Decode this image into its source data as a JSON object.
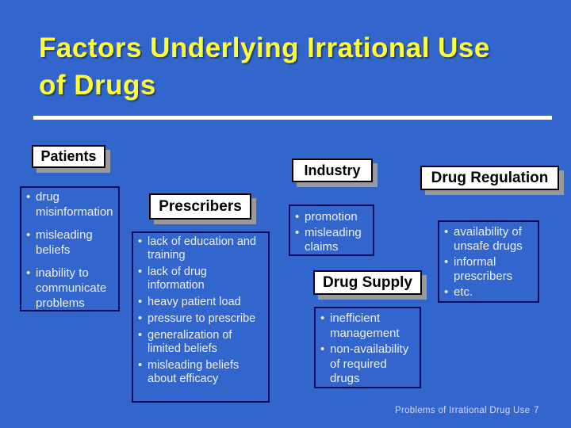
{
  "slide": {
    "title": "Factors Underlying Irrational Use of Drugs",
    "title_lines": [
      "Factors Underlying Irrational Use",
      "of Drugs"
    ],
    "bullet_icon": "•",
    "footer": {
      "label": "Problems of Irrational Drug Use",
      "page_number": "7"
    },
    "colors": {
      "background": "#3366CC",
      "title_text": "#FFFF33",
      "rule": "#FFFFFF",
      "heading_box_fill": "#FFFFFF",
      "heading_box_border": "#000000",
      "heading_box_shadow": "#999999",
      "panel_border": "#0A0A5A",
      "bullet_text": "#EFEFEF",
      "footer_text": "#D8D8E8"
    }
  },
  "sections": {
    "patients": {
      "heading": "Patients",
      "items": [
        "drug misinformation",
        "misleading beliefs",
        "inability to communicate problems"
      ]
    },
    "prescribers": {
      "heading": "Prescribers",
      "items": [
        "lack of education and training",
        "lack of drug information",
        "heavy patient load",
        "pressure to prescribe",
        "generalization of limited beliefs",
        "misleading beliefs about efficacy"
      ]
    },
    "industry": {
      "heading": "Industry",
      "items": [
        "promotion",
        "misleading claims"
      ]
    },
    "drug_supply": {
      "heading": "Drug Supply",
      "items": [
        "inefficient management",
        "non-availability of required drugs"
      ]
    },
    "drug_regulation": {
      "heading": "Drug Regulation",
      "items": [
        "availability of unsafe drugs",
        "informal prescribers",
        "etc."
      ]
    }
  }
}
